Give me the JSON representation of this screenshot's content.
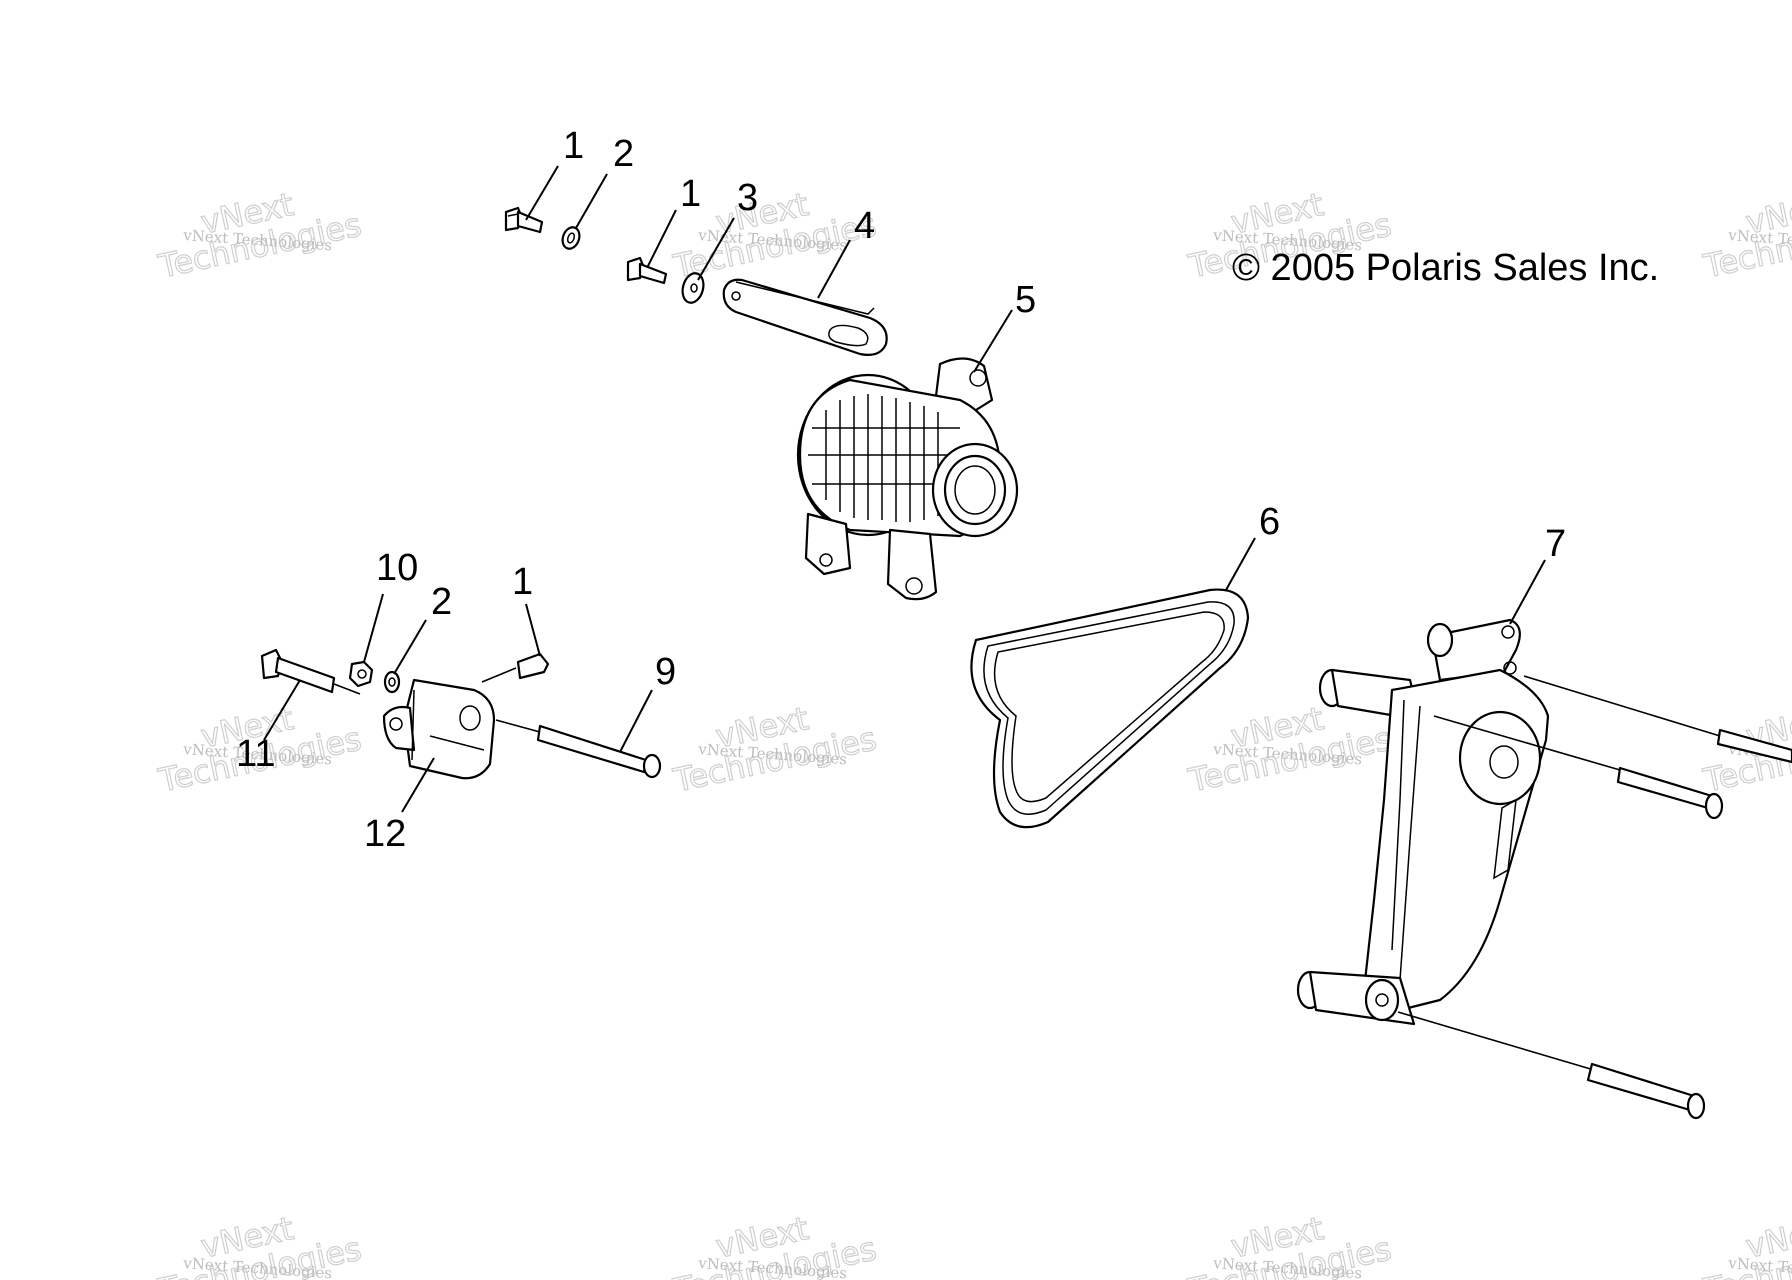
{
  "copyright": "© 2005 Polaris Sales Inc.",
  "watermark": {
    "line1": "vNext Technologies",
    "line2": "vNext",
    "line3": "Technologies"
  },
  "callouts": [
    {
      "id": "c1a",
      "label": "1"
    },
    {
      "id": "c2a",
      "label": "2"
    },
    {
      "id": "c1b",
      "label": "1"
    },
    {
      "id": "c3",
      "label": "3"
    },
    {
      "id": "c4",
      "label": "4"
    },
    {
      "id": "c5",
      "label": "5"
    },
    {
      "id": "c6",
      "label": "6"
    },
    {
      "id": "c7",
      "label": "7"
    },
    {
      "id": "c10",
      "label": "10"
    },
    {
      "id": "c2b",
      "label": "2"
    },
    {
      "id": "c1c",
      "label": "1"
    },
    {
      "id": "c9",
      "label": "9"
    },
    {
      "id": "c11",
      "label": "11"
    },
    {
      "id": "c12",
      "label": "12"
    }
  ]
}
